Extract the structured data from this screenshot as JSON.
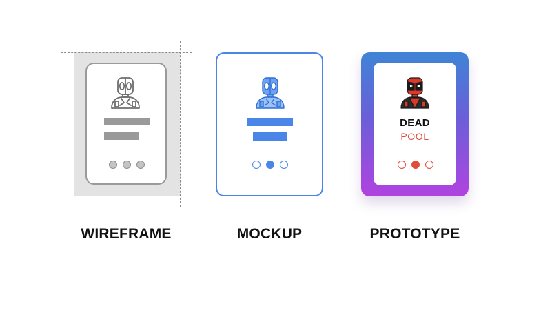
{
  "stages": {
    "wireframe": {
      "caption": "WIREFRAME",
      "active_dot": null
    },
    "mockup": {
      "caption": "MOCKUP",
      "active_dot": 2
    },
    "prototype": {
      "caption": "PROTOTYPE",
      "title": "DEAD",
      "subtitle": "POOL",
      "active_dot": 2
    }
  },
  "colors": {
    "wireframe_gray": "#9a9a9a",
    "mockup_blue": "#4a86e8",
    "prototype_red": "#e24a3b",
    "prototype_gradient_top": "#3f84d6",
    "prototype_gradient_bottom": "#b043e0"
  },
  "icons": {
    "character": "deadpool-avatar-icon"
  }
}
